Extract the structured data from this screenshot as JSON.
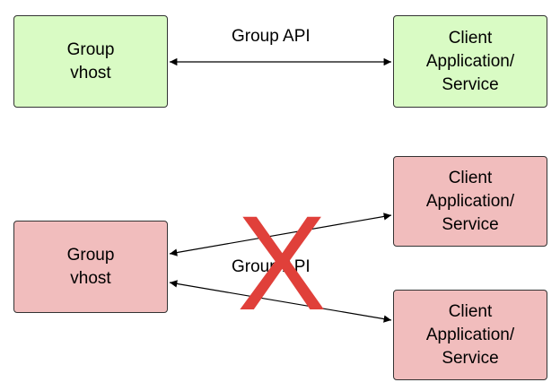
{
  "diagram": {
    "top": {
      "group": "Group\nvhost",
      "client": "Client\nApplication/\nService",
      "api_label": "Group API"
    },
    "bottom": {
      "group": "Group\nvhost",
      "client_upper": "Client\nApplication/\nService",
      "client_lower": "Client\nApplication/\nService",
      "api_label": "Group API",
      "cross_glyph": "X"
    },
    "colors": {
      "green_box": "#d9fbc4",
      "red_box": "#f1bdbd",
      "cross": "#e0403a"
    }
  }
}
